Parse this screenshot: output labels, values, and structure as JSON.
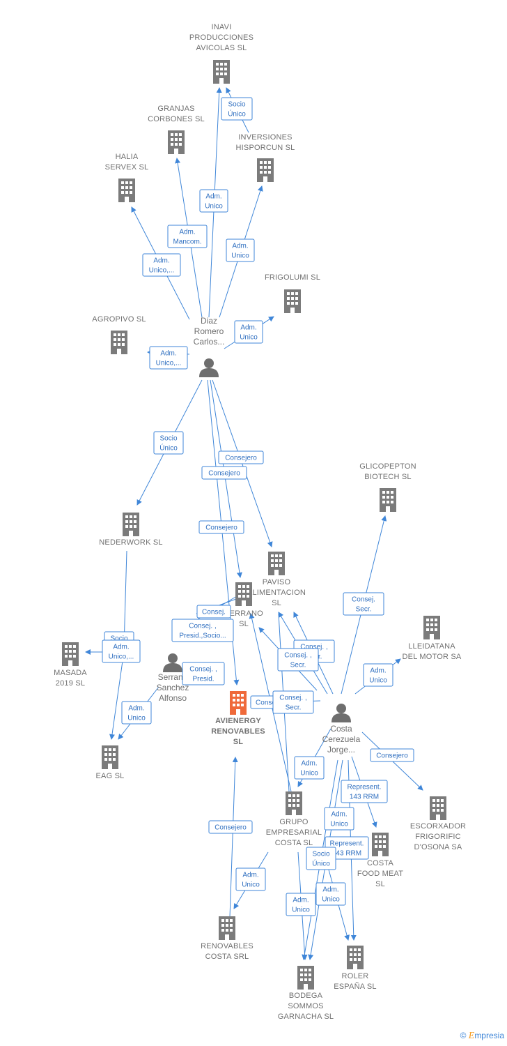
{
  "companies": [
    {
      "id": "inavi",
      "lines": [
        "INAVI",
        "PRODUCCIONES",
        "AVICOLAS  SL"
      ]
    },
    {
      "id": "granjas",
      "lines": [
        "GRANJAS",
        "CORBONES SL"
      ]
    },
    {
      "id": "inversiones",
      "lines": [
        "INVERSIONES",
        "HISPORCUN SL"
      ]
    },
    {
      "id": "halia",
      "lines": [
        "HALIA",
        "SERVEX SL"
      ]
    },
    {
      "id": "frigolumi",
      "lines": [
        "FRIGOLUMI  SL"
      ]
    },
    {
      "id": "agropivo",
      "lines": [
        "AGROPIVO  SL"
      ]
    },
    {
      "id": "glicopepton",
      "lines": [
        "GLICOPEPTON",
        "BIOTECH  SL"
      ]
    },
    {
      "id": "nederwork",
      "lines": [
        "NEDERWORK SL"
      ]
    },
    {
      "id": "paviso",
      "lines": [
        "PAVISO",
        "ALIMENTACION",
        "SL"
      ]
    },
    {
      "id": "serrano",
      "lines": [
        "SERRANO",
        "SL"
      ]
    },
    {
      "id": "lleidatana",
      "lines": [
        "LLEIDATANA",
        "DEL MOTOR SA"
      ]
    },
    {
      "id": "masada",
      "lines": [
        "MASADA",
        "2019  SL"
      ]
    },
    {
      "id": "avienergy",
      "lines": [
        "AVIENERGY",
        "RENOVABLES",
        "SL"
      ],
      "main": true
    },
    {
      "id": "eag",
      "lines": [
        "EAG SL"
      ]
    },
    {
      "id": "grupo",
      "lines": [
        "GRUPO",
        "EMPRESARIAL",
        "COSTA SL"
      ]
    },
    {
      "id": "escorxador",
      "lines": [
        "ESCORXADOR",
        "FRIGORIFIC",
        "D'OSONA SA"
      ]
    },
    {
      "id": "costafood",
      "lines": [
        "COSTA",
        "FOOD MEAT",
        "SL"
      ]
    },
    {
      "id": "renovables",
      "lines": [
        "RENOVABLES",
        "COSTA SRL"
      ]
    },
    {
      "id": "roler",
      "lines": [
        "ROLER",
        "ESPAÑA  SL"
      ]
    },
    {
      "id": "bodega",
      "lines": [
        "BODEGA",
        "SOMMOS",
        "GARNACHA  SL"
      ]
    }
  ],
  "persons": [
    {
      "id": "diaz",
      "lines": [
        "Diaz",
        "Romero",
        "Carlos..."
      ]
    },
    {
      "id": "serrano_p",
      "lines": [
        "Serrano",
        "Sanchez",
        "Alfonso"
      ]
    },
    {
      "id": "costa_p",
      "lines": [
        "Costa",
        "Cerezuela",
        "Jorge..."
      ]
    }
  ],
  "relations": [
    {
      "id": "r1",
      "lines": [
        "Socio",
        "Único"
      ]
    },
    {
      "id": "r2",
      "lines": [
        "Adm.",
        "Unico"
      ]
    },
    {
      "id": "r3",
      "lines": [
        "Adm.",
        "Mancom."
      ]
    },
    {
      "id": "r4",
      "lines": [
        "Adm.",
        "Unico"
      ]
    },
    {
      "id": "r5",
      "lines": [
        "Adm.",
        "Unico,..."
      ]
    },
    {
      "id": "r6",
      "lines": [
        "Adm.",
        "Unico"
      ]
    },
    {
      "id": "r7",
      "lines": [
        "Adm.",
        "Unico,..."
      ]
    },
    {
      "id": "r8",
      "lines": [
        "Socio",
        "Único"
      ]
    },
    {
      "id": "r9",
      "lines": [
        "Consejero"
      ]
    },
    {
      "id": "r10",
      "lines": [
        "Consejero"
      ]
    },
    {
      "id": "r11",
      "lines": [
        "Consejero"
      ]
    },
    {
      "id": "r12",
      "lines": [
        "Consej.",
        "Secr."
      ]
    },
    {
      "id": "r13",
      "lines": [
        "Consej."
      ]
    },
    {
      "id": "r14",
      "lines": [
        "Consej. ,",
        "Presid.,Socio..."
      ]
    },
    {
      "id": "r15",
      "lines": [
        "Socio"
      ]
    },
    {
      "id": "r16",
      "lines": [
        "Adm.",
        "Unico,..."
      ]
    },
    {
      "id": "r17",
      "lines": [
        "Consej. ,",
        "Presid."
      ]
    },
    {
      "id": "r18",
      "lines": [
        "Consej. ,",
        "Secr."
      ]
    },
    {
      "id": "r19",
      "lines": [
        "Consej. ,",
        "Secr."
      ]
    },
    {
      "id": "r20",
      "lines": [
        "Consej."
      ]
    },
    {
      "id": "r21",
      "lines": [
        "Consej. ,",
        "Secr."
      ]
    },
    {
      "id": "r22",
      "lines": [
        "Adm.",
        "Unico"
      ]
    },
    {
      "id": "r23",
      "lines": [
        "Adm.",
        "Unico"
      ]
    },
    {
      "id": "r24",
      "lines": [
        "Adm.",
        "Unico"
      ]
    },
    {
      "id": "r25",
      "lines": [
        "Consejero"
      ]
    },
    {
      "id": "r26",
      "lines": [
        "Represent.",
        "143 RRM"
      ]
    },
    {
      "id": "r27",
      "lines": [
        "Adm.",
        "Unico"
      ]
    },
    {
      "id": "r28",
      "lines": [
        "Represent.",
        "143 RRM"
      ]
    },
    {
      "id": "r29",
      "lines": [
        "Consejero"
      ]
    },
    {
      "id": "r30",
      "lines": [
        "Socio",
        "Único"
      ]
    },
    {
      "id": "r31",
      "lines": [
        "Adm.",
        "Unico"
      ]
    },
    {
      "id": "r32",
      "lines": [
        "Adm.",
        "Unico"
      ]
    },
    {
      "id": "r33",
      "lines": [
        "Adm.",
        "Unico"
      ]
    }
  ],
  "footer": {
    "copyright": "©",
    "brand_initial": "E",
    "brand_rest": "mpresia"
  },
  "colors": {
    "edge": "#3f86d8",
    "building": "#7b7b7b",
    "main_building": "#ef6a3a",
    "person": "#6e6e6e"
  }
}
